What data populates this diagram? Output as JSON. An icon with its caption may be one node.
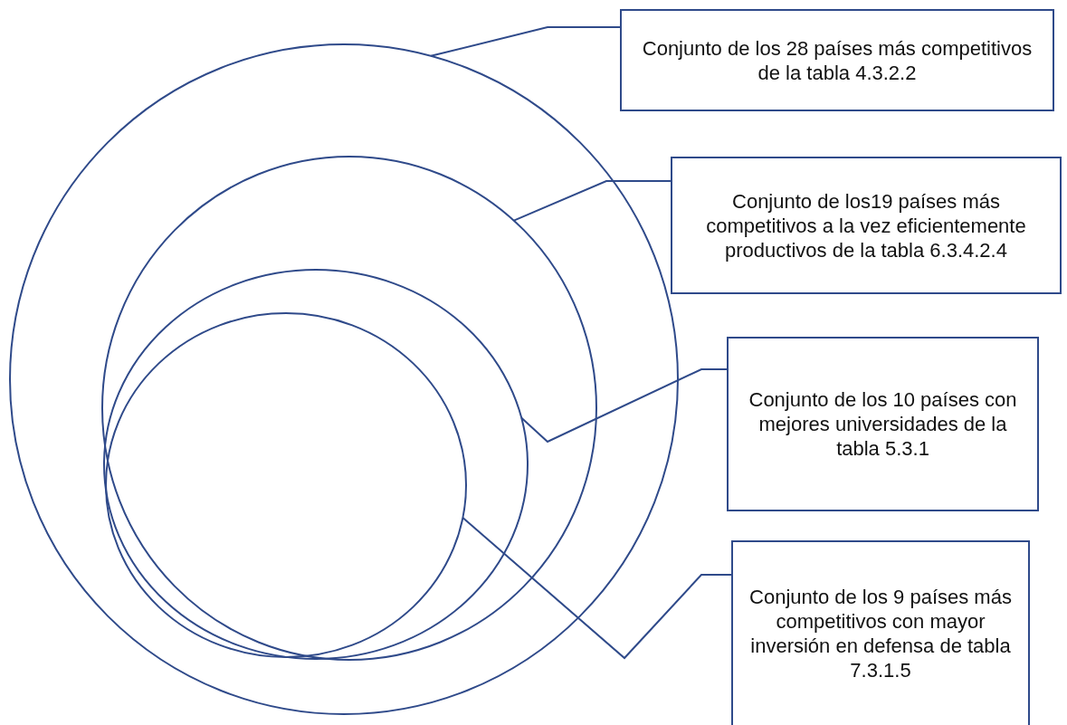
{
  "diagram": {
    "nodes": [
      {
        "text": [],
        "shape": "circle"
      },
      {
        "text": [],
        "shape": "circle",
        "in": 0
      },
      {
        "text": [],
        "shape": "circle",
        "in": 1
      },
      {
        "text": [],
        "shape": "circle",
        "in": 2
      },
      {
        "text": [
          "Conjunto de los 28 países más competitivos de la tabla 4.3.2.2"
        ]
      },
      {
        "text": [
          "Conjunto de los19 países más competitivos a la vez eficientemente productivos de la tabla 6.3.4.2.4"
        ]
      },
      {
        "text": [
          "Conjunto de los 10 países con mejores universidades de la tabla 5.3.1"
        ]
      },
      {
        "text": [
          "Conjunto de los 9 países más competitivos con mayor inversión en defensa de tabla 7.3.1.5"
        ]
      }
    ],
    "edges": [
      {
        "from": 4,
        "to": 0,
        "arrow": "none"
      },
      {
        "from": 5,
        "to": 1,
        "arrow": "none"
      },
      {
        "from": 6,
        "to": 2,
        "arrow": "none"
      },
      {
        "from": 7,
        "to": 3,
        "arrow": "none"
      }
    ]
  }
}
